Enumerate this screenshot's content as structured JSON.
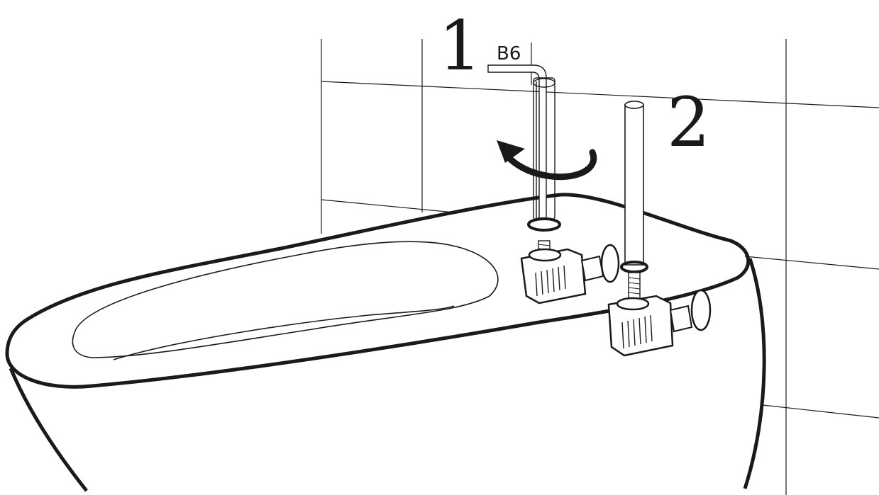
{
  "diagram": {
    "step_labels": [
      "1",
      "2"
    ],
    "tool_label": "B6",
    "icons": {
      "rotate_arrow": "counterclockwise-arrow-icon",
      "hex_key": "allen-key-icon",
      "mounting_bolt": "threaded-rod-icon"
    },
    "colors": {
      "line": "#1a1a1a",
      "background": "#ffffff"
    }
  }
}
